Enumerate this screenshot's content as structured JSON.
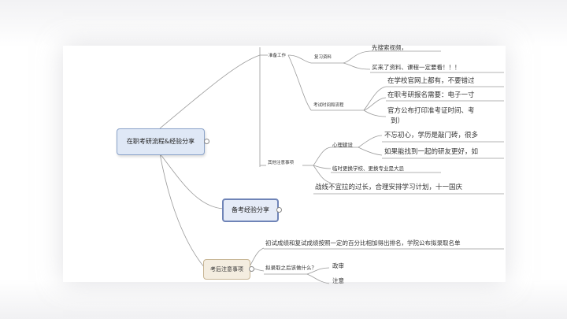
{
  "mindmap": {
    "root": "在职考研流程&经验分享",
    "main_prep": "备考经验分享",
    "main_after": "考后注意事项",
    "prep": {
      "label": "准备工作",
      "review_materials": "复习资料",
      "search_videos": "先搜索视频，",
      "bought_materials": "买来了资料、课程一定要看！！！"
    },
    "exam": {
      "label": "考试时间和流程",
      "official_site": "在学校官网上都有，不要错过",
      "reg_needs": "在职考研报名需要：电子一寸",
      "print_notice": "官方公布打印准考证时间、考",
      "print_notice_2": "到）"
    },
    "other": {
      "label": "其他注意事项",
      "mindset": "心理建设",
      "not_forget": "不忘初心，学历是敲门砖，很多",
      "study_friend": "如果能找到一起的研友更好，如",
      "no_switch": "临时更换学校、更换专业是大忌",
      "long_war": "战线不宜拉的过长，合理安排学习计划，十一国庆"
    },
    "after": {
      "ranking": "初试成绩和复试成绩按照一定的百分比相加得出排名，学院公布拟录取名单",
      "question": "拟录取之后该做什么？",
      "politics": "政审",
      "note": "注意"
    }
  }
}
